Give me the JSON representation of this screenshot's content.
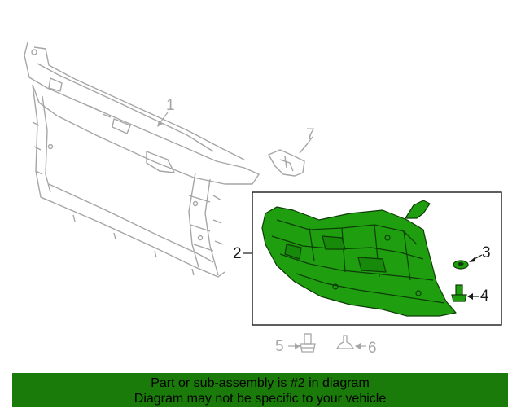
{
  "diagram": {
    "callouts": {
      "c1": "1",
      "c2": "2",
      "c3": "3",
      "c4": "4",
      "c5": "5",
      "c6": "6",
      "c7": "7"
    }
  },
  "banner": {
    "line1": "Part or sub-assembly is #2 in diagram",
    "line2": "Diagram may not be specific to your vehicle",
    "background": "#1a7a0a"
  },
  "colors": {
    "highlight_part": "#1f9e10",
    "line_grey": "#a6a6a6",
    "line_dark": "#1a1a1a"
  }
}
